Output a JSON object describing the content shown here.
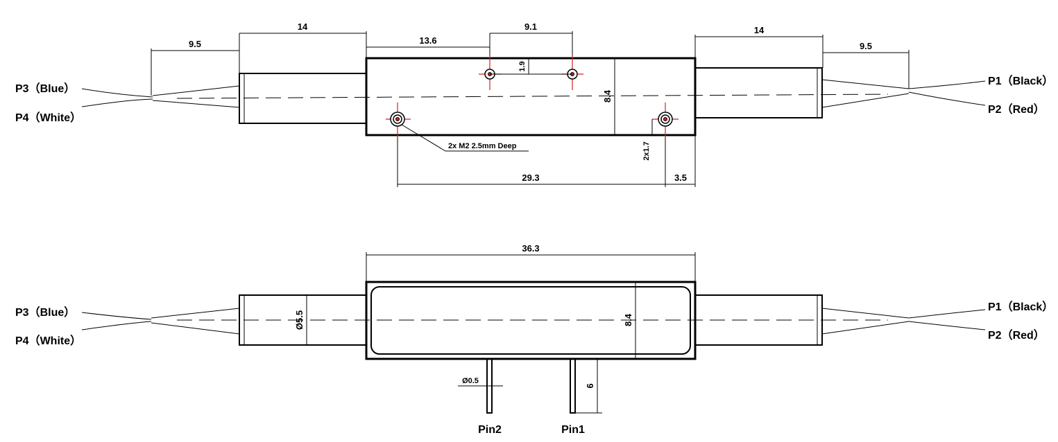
{
  "top_view": {
    "dims": {
      "left_fiber": "9.5",
      "left_tube": "14",
      "hole_offset": "13.6",
      "hole_spacing": "9.1",
      "hole_height": "1.9",
      "body_height": "8.4",
      "right_tube": "14",
      "right_fiber": "9.5",
      "mount_hole_spacing": "29.3",
      "mount_hole_edge": "3.5",
      "mount_hole_offset": "2x1.7"
    },
    "hole_note": "2x M2 2.5mm Deep",
    "ports": {
      "left_top": "P3（Blue）",
      "left_bottom": "P4（White）",
      "right_top": "P1（Black）",
      "right_bottom": "P2（Red）"
    }
  },
  "side_view": {
    "dims": {
      "body_length": "36.3",
      "tube_diameter": "Ø5.5",
      "body_height": "8.4",
      "pin_diameter": "Ø0.5",
      "pin_length": "6"
    },
    "ports": {
      "left_top": "P3（Blue）",
      "left_bottom": "P4（White）",
      "right_top": "P1（Black）",
      "right_bottom": "P2（Red）"
    },
    "pins": {
      "pin2": "Pin2",
      "pin1": "Pin1"
    }
  },
  "colors": {
    "outline": "#000000",
    "holes": "#d21e1e"
  }
}
